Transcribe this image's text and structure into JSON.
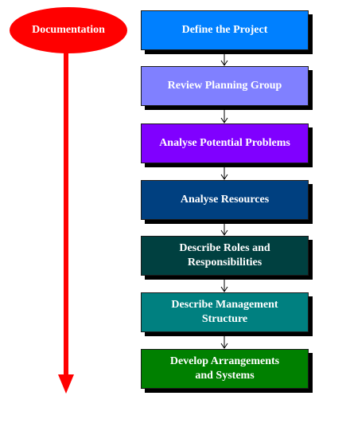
{
  "documentation": {
    "label": "Documentation",
    "color": "#ff0000"
  },
  "steps": [
    {
      "label": "Define the Project",
      "color": "#0080ff"
    },
    {
      "label": "Review Planning Group",
      "color": "#8080ff"
    },
    {
      "label": "Analyse Potential Problems",
      "color": "#8000ff"
    },
    {
      "label": "Analyse Resources",
      "color": "#004080"
    },
    {
      "label": "Describe Roles and\nResponsibilities",
      "color": "#004040"
    },
    {
      "label": "Describe Management\nStructure",
      "color": "#008080"
    },
    {
      "label": "Develop Arrangements\nand Systems",
      "color": "#008000"
    }
  ]
}
